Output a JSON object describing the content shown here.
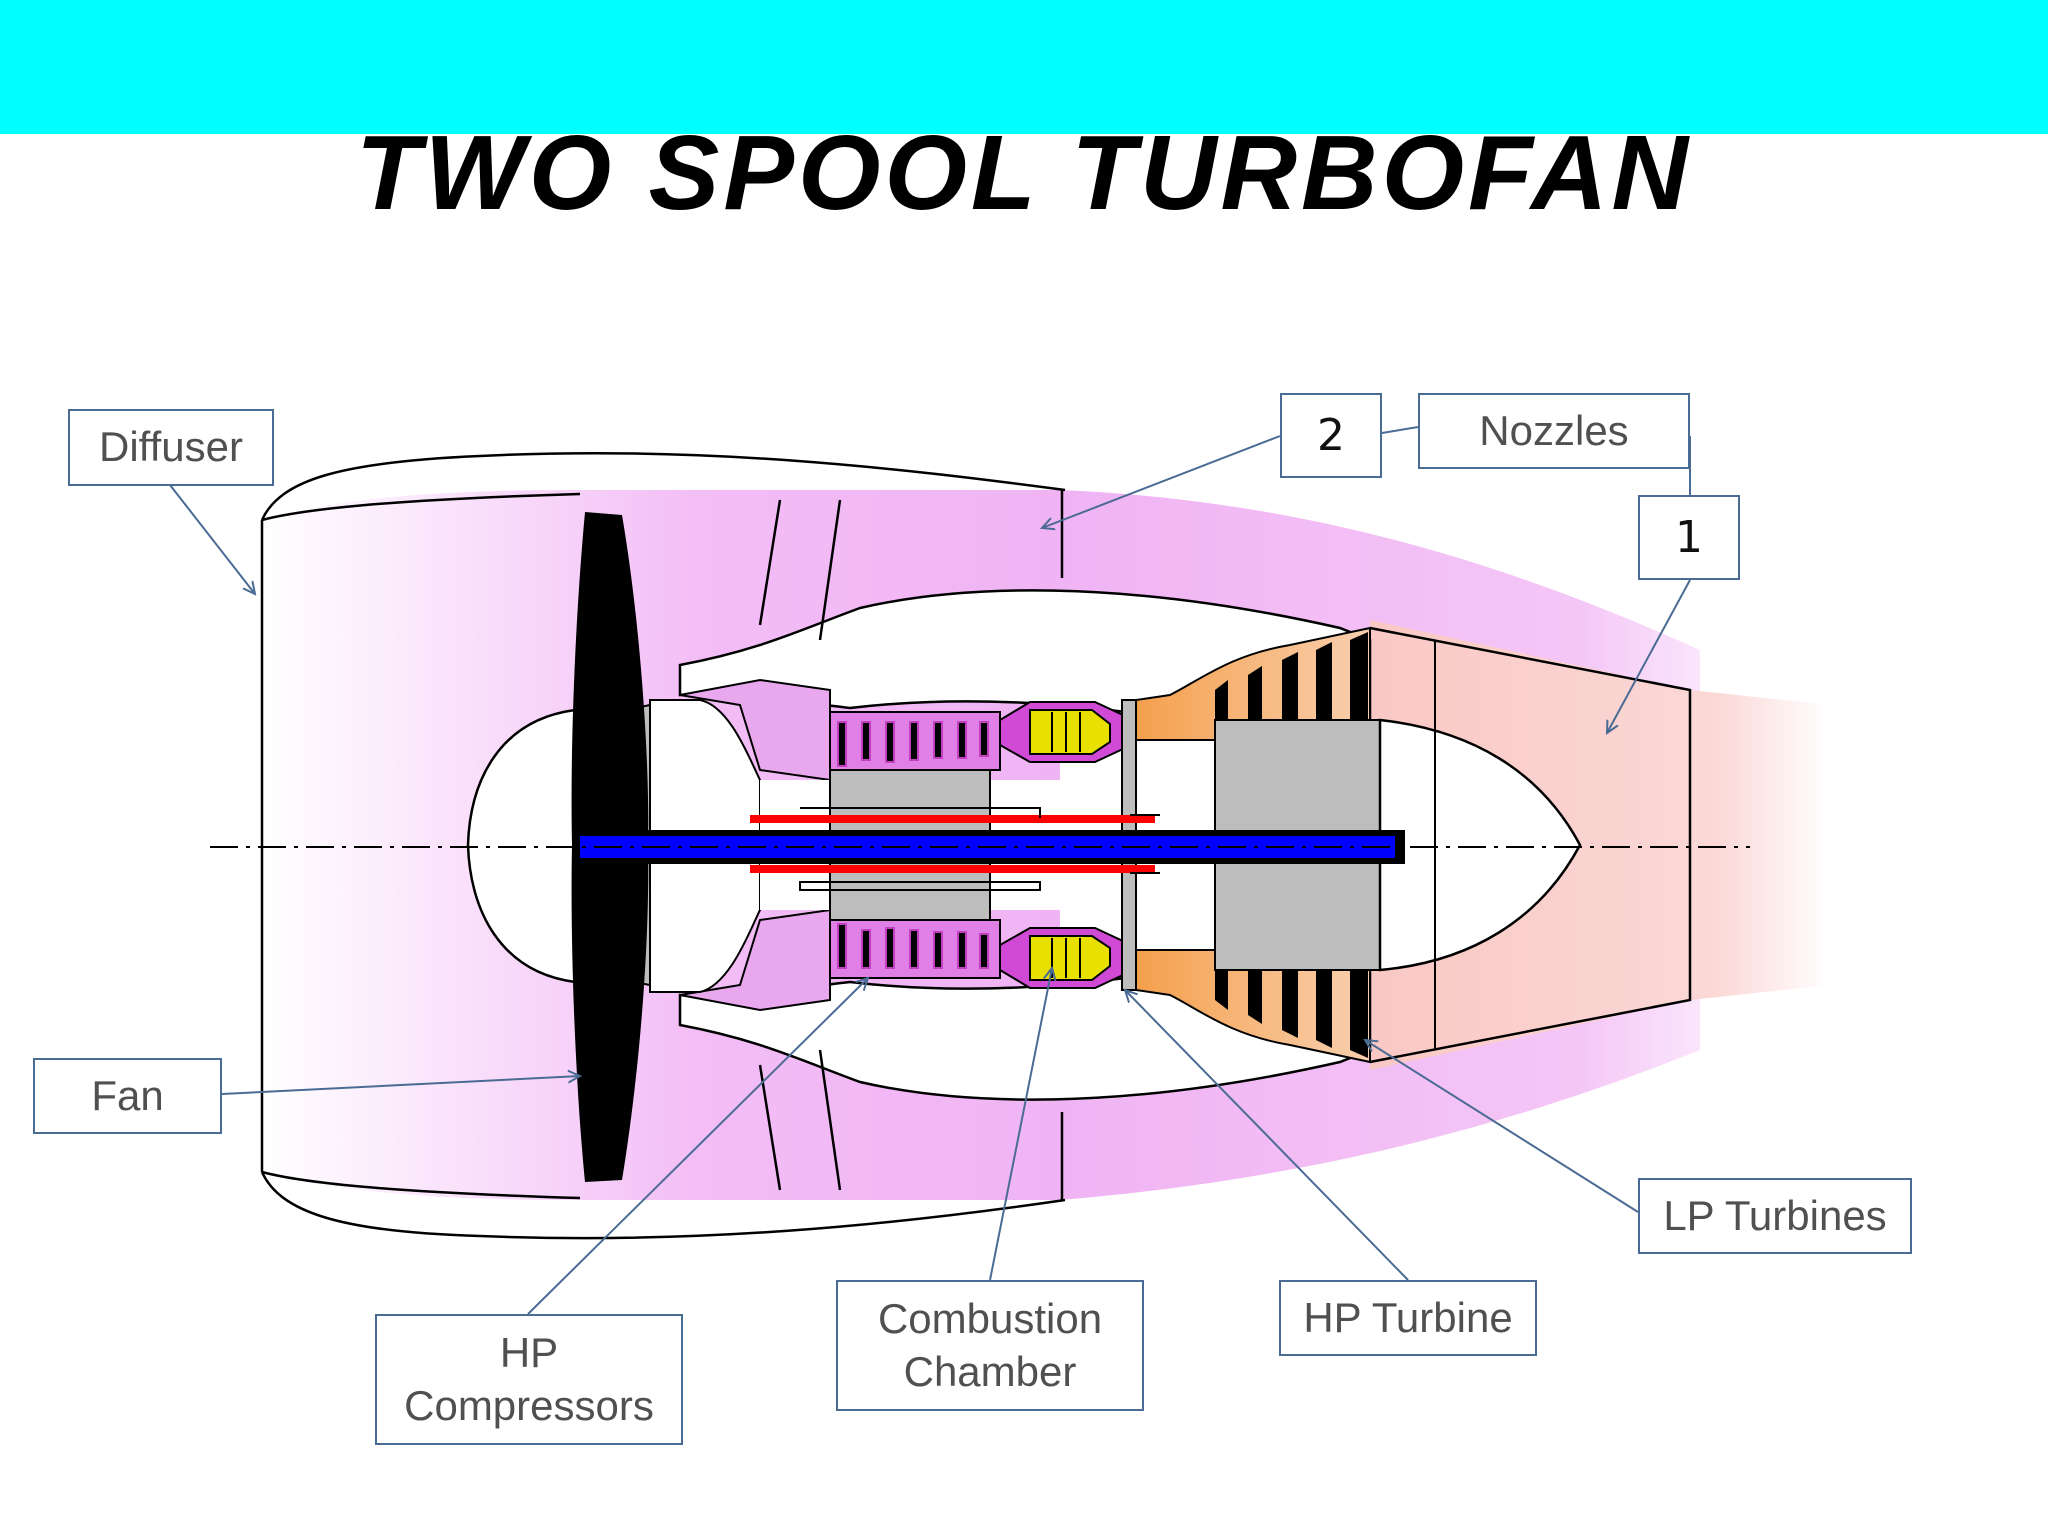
{
  "title": "TWO SPOOL TURBOFAN",
  "colors": {
    "banner": "#00ffff",
    "bypass_flow": "#f0b4f4",
    "core_exhaust": "#f9c8c4",
    "fan_blade": "#000000",
    "disk": "#bdbdbd",
    "hp_shaft": "#ff0000",
    "lp_shaft": "#0000ff",
    "combustor": "#e8e000",
    "turbine": "#f5a050",
    "callout_line": "#4a6b93"
  },
  "labels": {
    "diffuser": "Diffuser",
    "nozzles": "Nozzles",
    "nozzle_2": "2",
    "nozzle_1": "1",
    "fan": "Fan",
    "hp_compressors": "HP\nCompressors",
    "combustion_chamber": "Combustion\nChamber",
    "hp_turbine": "HP Turbine",
    "lp_turbines": "LP Turbines"
  }
}
